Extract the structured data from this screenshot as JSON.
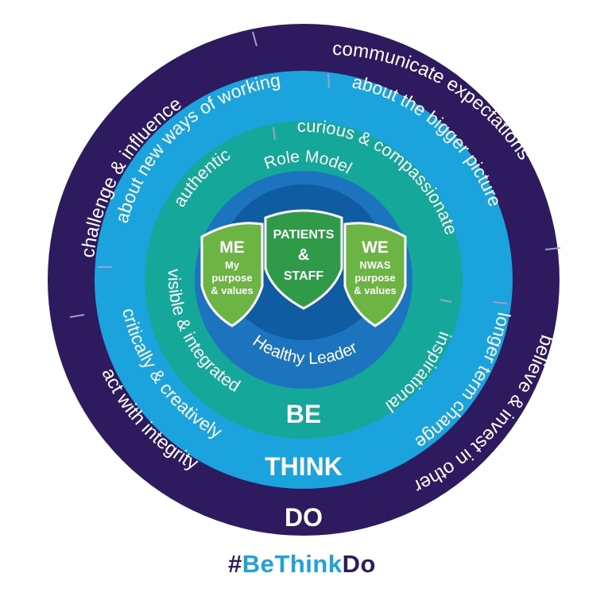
{
  "colors": {
    "do_ring": "#2e1a5e",
    "think_ring": "#1ba3dd",
    "be_ring": "#15a89a",
    "core_outer": "#1b74bd",
    "core_inner": "#0f5ca3",
    "shield_light": "#6cb544",
    "shield_dark": "#2f9a47",
    "separator": "#9aa3c7",
    "hashtag_dark": "#2e1a5e",
    "hashtag_accent": "#1ba3dd"
  },
  "rings": {
    "do": {
      "label": "DO",
      "phrases": [
        "challenge & influence",
        "communicate expectations",
        "believe & invest in others",
        "act with integrity"
      ]
    },
    "think": {
      "label": "THINK",
      "phrases": [
        "about new ways of working",
        "about the bigger picture",
        "longer term change",
        "critically & creatively"
      ]
    },
    "be": {
      "label": "BE",
      "phrases": [
        "authentic",
        "curious & compassionate",
        "inspirational",
        "visible & integrated"
      ]
    }
  },
  "core": {
    "top_label": "Role Model",
    "bottom_label": "Healthy Leader"
  },
  "shields": {
    "me": {
      "title": "ME",
      "lines": [
        "My",
        "purpose",
        "& values"
      ]
    },
    "center": {
      "lines": [
        "PATIENTS",
        "&",
        "STAFF"
      ]
    },
    "we": {
      "title": "WE",
      "lines": [
        "NWAS",
        "purpose",
        "& values"
      ]
    }
  },
  "hashtag": {
    "prefix": "#",
    "be": "Be",
    "think": "Think",
    "do": "Do"
  }
}
